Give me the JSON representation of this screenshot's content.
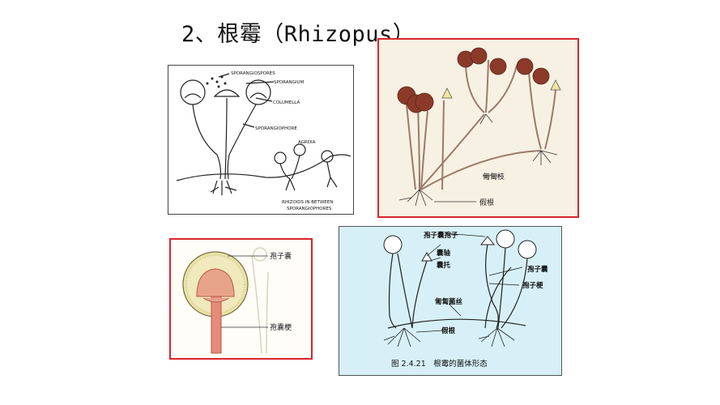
{
  "title": "2、根霉（Rhizopus）",
  "panel_a": {
    "labels": {
      "sporangiospores": "SPORANGIOSPORES",
      "sporangium": "SPORANGIUM",
      "columella": "COLUMELLA",
      "sporangiophore": "SPORANGIOPHORE",
      "agrdia": "AGRDIA",
      "rhizoids_1": "RHIZOIDS IN BETWEEN",
      "rhizoids_2": "SPORANGIOPHORES"
    }
  },
  "panel_b": {
    "labels": {
      "stolon": "匍匐枝",
      "rhizoid": "假根"
    }
  },
  "panel_c": {
    "labels": {
      "sporangium": "孢子囊",
      "sporangiophore": "孢囊梗"
    }
  },
  "panel_d": {
    "labels": {
      "sporangiospore": "孢子囊孢子",
      "columella": "囊轴",
      "apophysis": "囊托",
      "sporangium": "孢子囊",
      "sporangiophore": "孢子梗",
      "stolon_hypha": "匍匐菌丝",
      "rhizoid": "假根"
    },
    "caption": "图 2.4.21　根霉的菌体形态"
  },
  "colors": {
    "frame_red": "#d9262b",
    "panel_d_bg": "#d7f0f7",
    "sporangium_brown": "#8b3a2a"
  }
}
